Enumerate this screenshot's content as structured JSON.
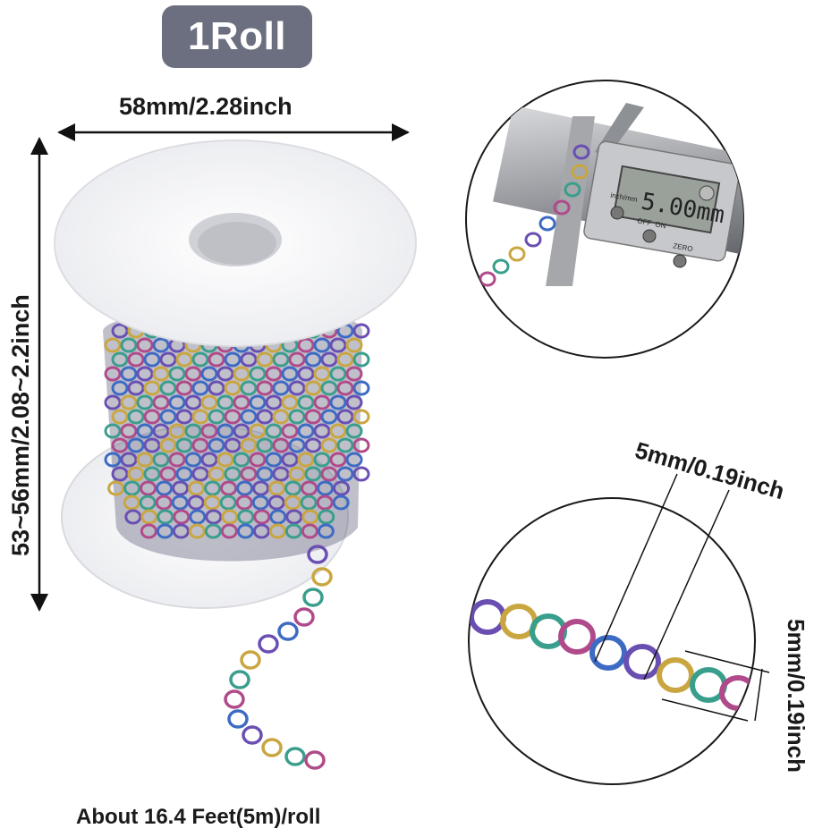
{
  "badge": {
    "text": "1Roll"
  },
  "dimensions": {
    "width_label": "58mm/2.28inch",
    "height_label": "53~56mm/2.08~2.2inch",
    "link_width_label": "5mm/0.19inch",
    "link_height_label": "5mm/0.19inch"
  },
  "caliper": {
    "display": "5.00mm",
    "buttons": [
      "inch/mm",
      "OFF",
      "ON",
      "ZERO"
    ]
  },
  "footer": {
    "length_label": "About 16.4 Feet(5m)/roll"
  },
  "colors": {
    "badge_bg": "#6b6f80",
    "chain_colors": [
      "#6a4fb3",
      "#c9a640",
      "#3a9e8c",
      "#b04a8a",
      "#3d6bc4"
    ]
  }
}
